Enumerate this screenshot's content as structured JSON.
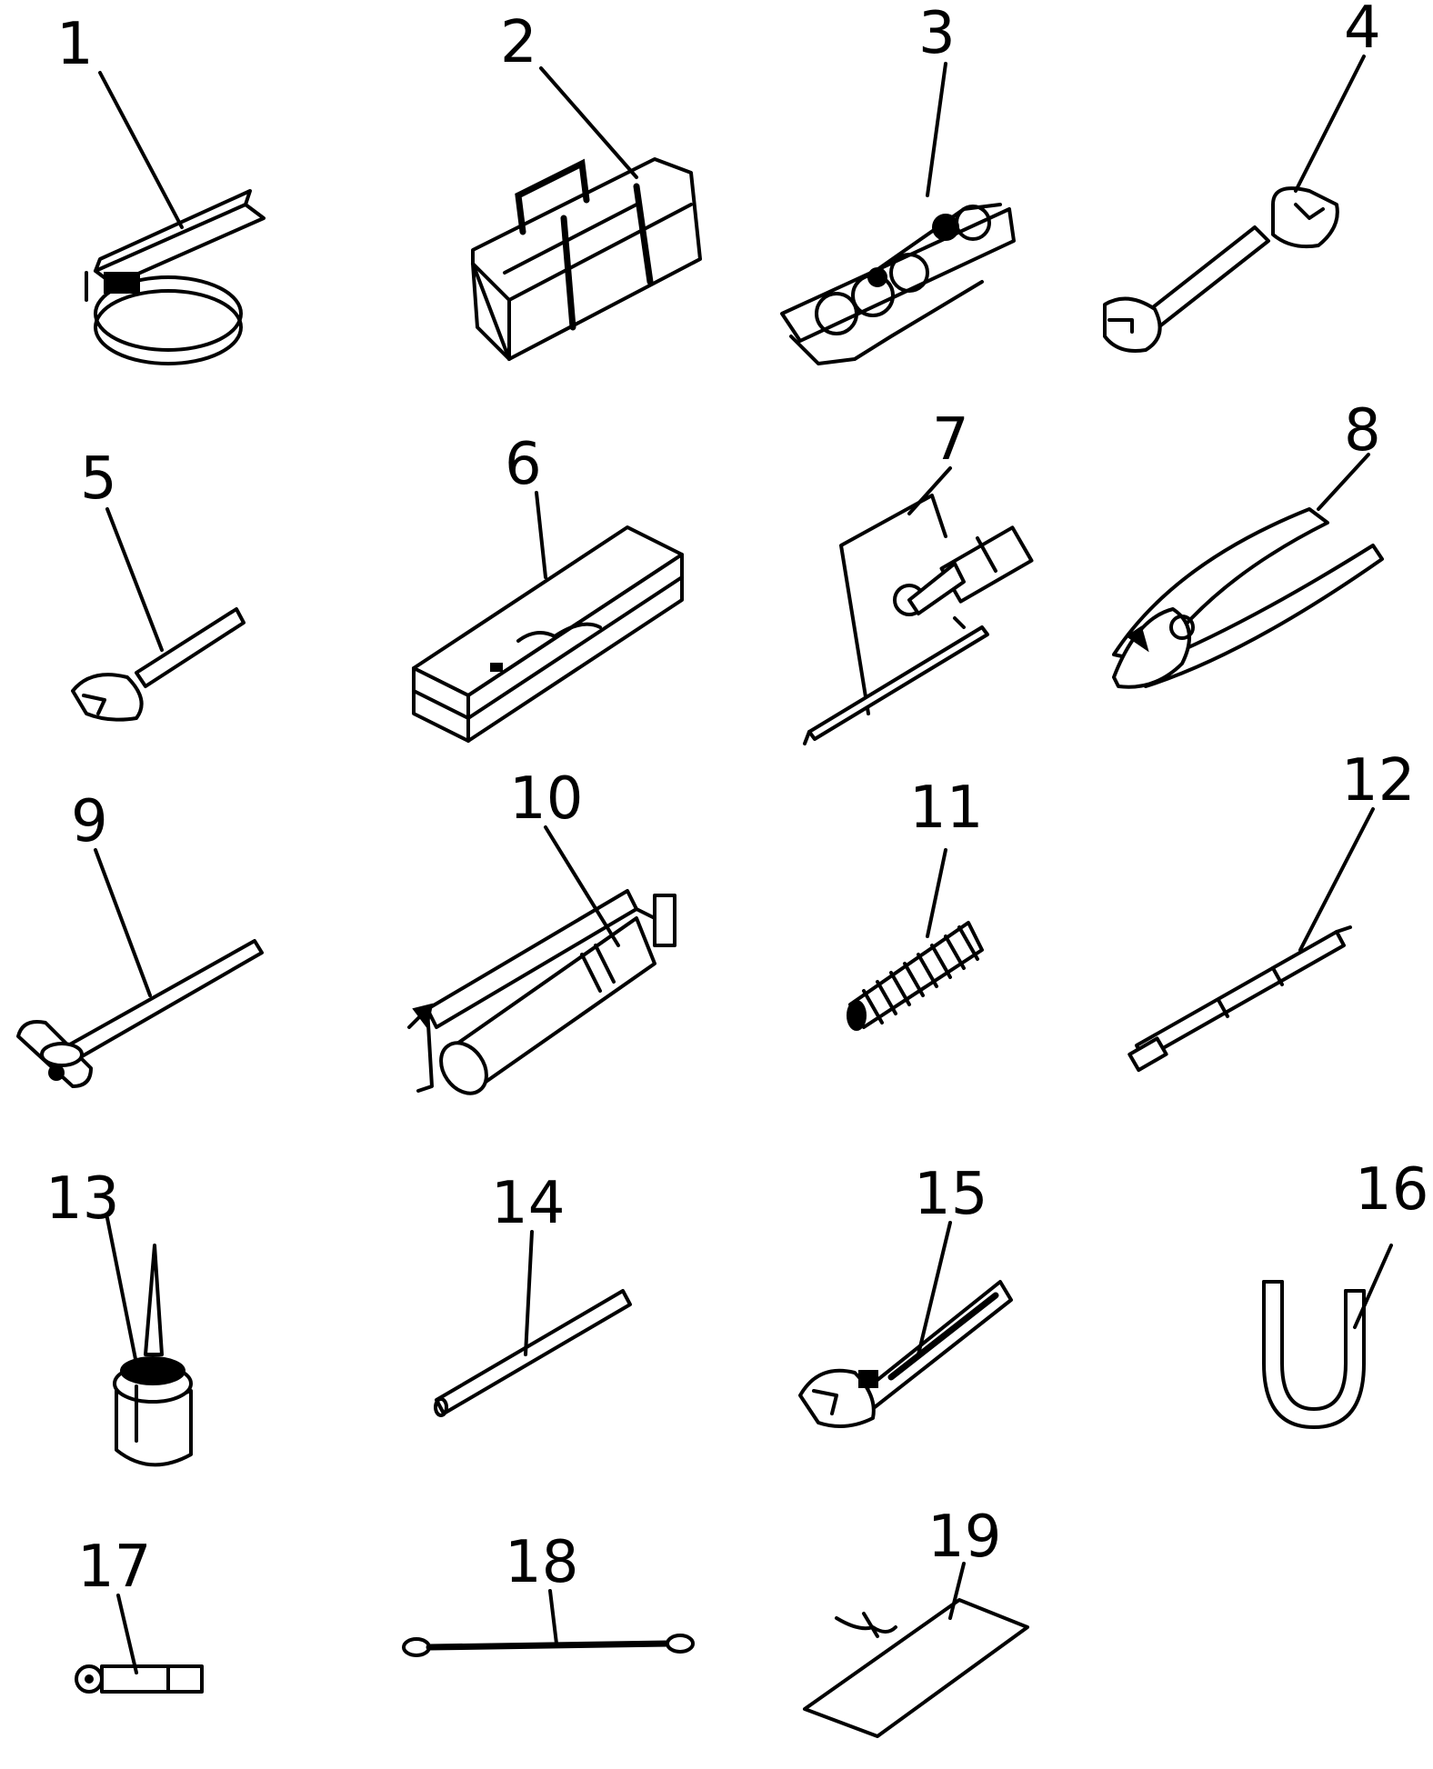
{
  "diagram": {
    "type": "parts-illustration",
    "callouts": [
      {
        "id": "1",
        "label": "1",
        "icon": "belt-clamp-icon"
      },
      {
        "id": "2",
        "label": "2",
        "icon": "tool-bag-icon"
      },
      {
        "id": "3",
        "label": "3",
        "icon": "wrench-set-icon"
      },
      {
        "id": "4",
        "label": "4",
        "icon": "double-open-wrench-icon"
      },
      {
        "id": "5",
        "label": "5",
        "icon": "open-wrench-icon"
      },
      {
        "id": "6",
        "label": "6",
        "icon": "tool-case-icon"
      },
      {
        "id": "7",
        "label": "7",
        "icon": "screwdriver-set-icon"
      },
      {
        "id": "8",
        "label": "8",
        "icon": "pliers-icon"
      },
      {
        "id": "9",
        "label": "9",
        "icon": "hammer-icon"
      },
      {
        "id": "10",
        "label": "10",
        "icon": "grease-gun-icon"
      },
      {
        "id": "11",
        "label": "11",
        "icon": "spring-icon"
      },
      {
        "id": "12",
        "label": "12",
        "icon": "extension-bar-icon"
      },
      {
        "id": "13",
        "label": "13",
        "icon": "oil-can-icon"
      },
      {
        "id": "14",
        "label": "14",
        "icon": "rod-icon"
      },
      {
        "id": "15",
        "label": "15",
        "icon": "adjustable-wrench-icon"
      },
      {
        "id": "16",
        "label": "16",
        "icon": "u-tube-icon"
      },
      {
        "id": "17",
        "label": "17",
        "icon": "socket-handle-icon"
      },
      {
        "id": "18",
        "label": "18",
        "icon": "wire-cable-icon"
      },
      {
        "id": "19",
        "label": "19",
        "icon": "document-envelope-icon"
      }
    ]
  }
}
